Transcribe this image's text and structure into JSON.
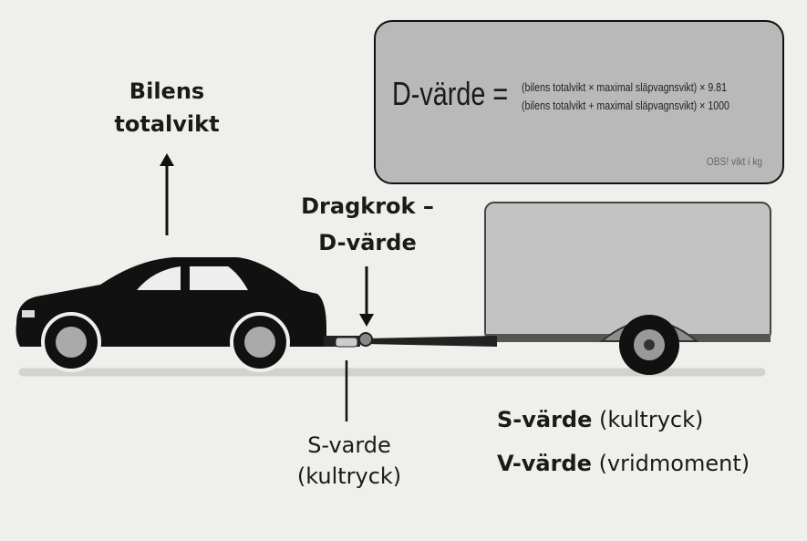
{
  "formula": {
    "lhs": "D-värde =",
    "numerator": "(bilens totalvikt × maximal släpvagnsvikt) × 9.81",
    "denominator": "(bilens totalvikt + maximal släpvagnsvikt) × 1000",
    "note": "OBS! vikt i kg"
  },
  "labels": {
    "total_weight_line1": "Bilens",
    "total_weight_line2": "totalvikt",
    "hitch_line1": "Dragkrok –",
    "hitch_line2": "D-värde",
    "s_value_line1": "S-varde",
    "s_value_line2": "(kultryck)",
    "s_value_name": "S-värde",
    "s_value_desc": "(kultryck)",
    "v_value_name": "V-värde",
    "v_value_desc": "(vridmoment)"
  }
}
